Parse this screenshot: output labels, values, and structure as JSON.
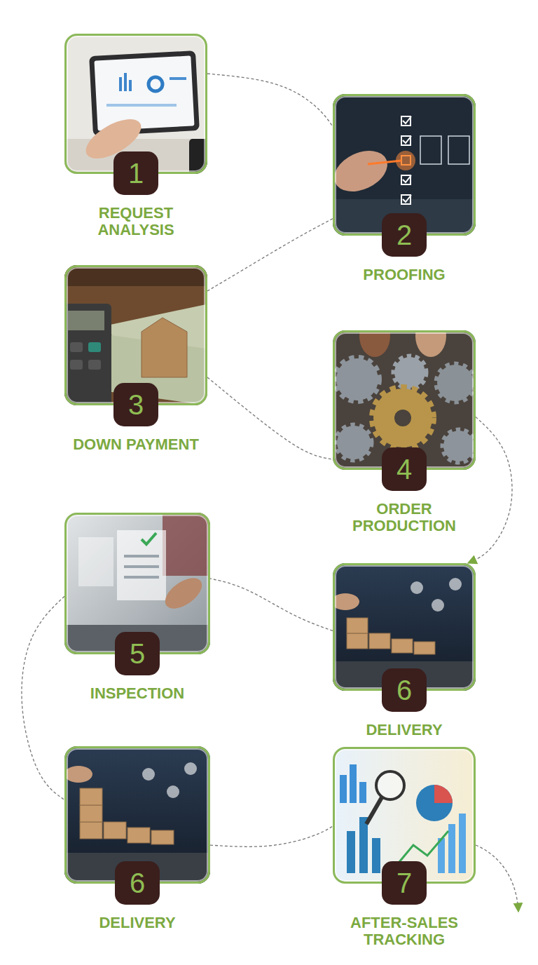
{
  "diagram": {
    "nodes": [
      {
        "text": [
          "REQUEST ANALYSIS"
        ]
      },
      {
        "text": [
          "1"
        ],
        "in": 0
      },
      {
        "text": [
          "PROOFING"
        ]
      },
      {
        "text": [
          "2"
        ],
        "in": 2
      },
      {
        "text": [
          "DOWN PAYMENT"
        ]
      },
      {
        "text": [
          "3"
        ],
        "in": 4
      },
      {
        "text": [
          "ORDER PRODUCTION"
        ]
      },
      {
        "text": [
          "4"
        ],
        "in": 6
      },
      {
        "text": [
          "INSPECTION"
        ]
      },
      {
        "text": [
          "5"
        ],
        "in": 8
      },
      {
        "text": [
          "DELIVERY"
        ]
      },
      {
        "text": [
          "6"
        ],
        "in": 10
      },
      {
        "text": [
          "DELIVERY"
        ]
      },
      {
        "text": [
          "6"
        ],
        "in": 12
      },
      {
        "text": [
          "AFTER-SALES TRACKING"
        ]
      },
      {
        "text": [
          "7"
        ],
        "in": 14
      }
    ],
    "edges": [
      {
        "from": 0,
        "to": 2,
        "arrow": "none"
      },
      {
        "from": 2,
        "to": 4,
        "arrow": "none"
      },
      {
        "from": 4,
        "to": 6,
        "arrow": "none"
      },
      {
        "from": 6,
        "to": 10,
        "arrow": "to"
      },
      {
        "from": 10,
        "to": 8,
        "arrow": "none"
      },
      {
        "from": 8,
        "to": 12,
        "arrow": "none"
      },
      {
        "from": 12,
        "to": 14,
        "arrow": "none"
      }
    ]
  }
}
